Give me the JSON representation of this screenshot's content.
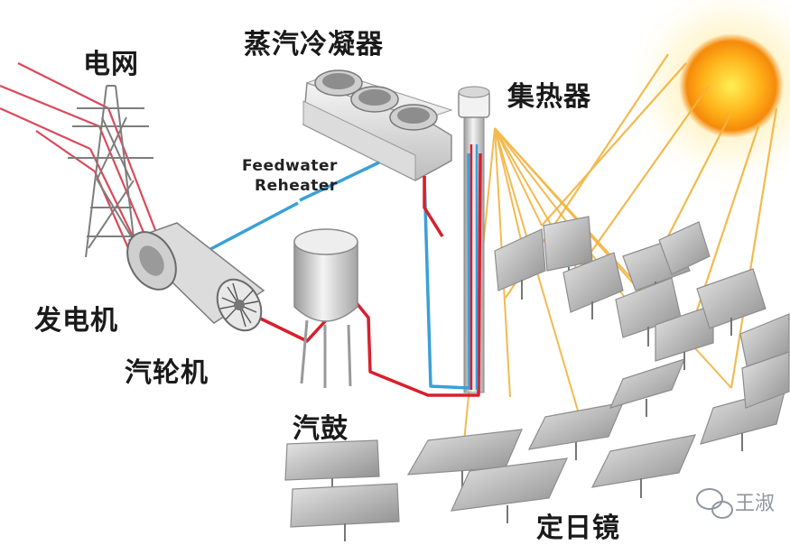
{
  "labels": {
    "grid": "电网",
    "condenser": "蒸汽冷凝器",
    "receiver": "集热器",
    "feedwater_line1": "Feedwater",
    "feedwater_line2": "Reheater",
    "generator": "发电机",
    "turbine": "汽轮机",
    "drum": "汽鼓",
    "heliostat": "定日镜"
  },
  "watermark": {
    "text": "王淑",
    "icon": "wechat-icon"
  },
  "colors": {
    "steam_pipe": "#d8202c",
    "water_pipe": "#3aa0d8",
    "sun_ray": "#f2b33d",
    "sun_core": "#f7a10f",
    "sun_glow": "#ffd35a",
    "power_line": "#d94a5a",
    "pylon": "#7a7a7a"
  }
}
